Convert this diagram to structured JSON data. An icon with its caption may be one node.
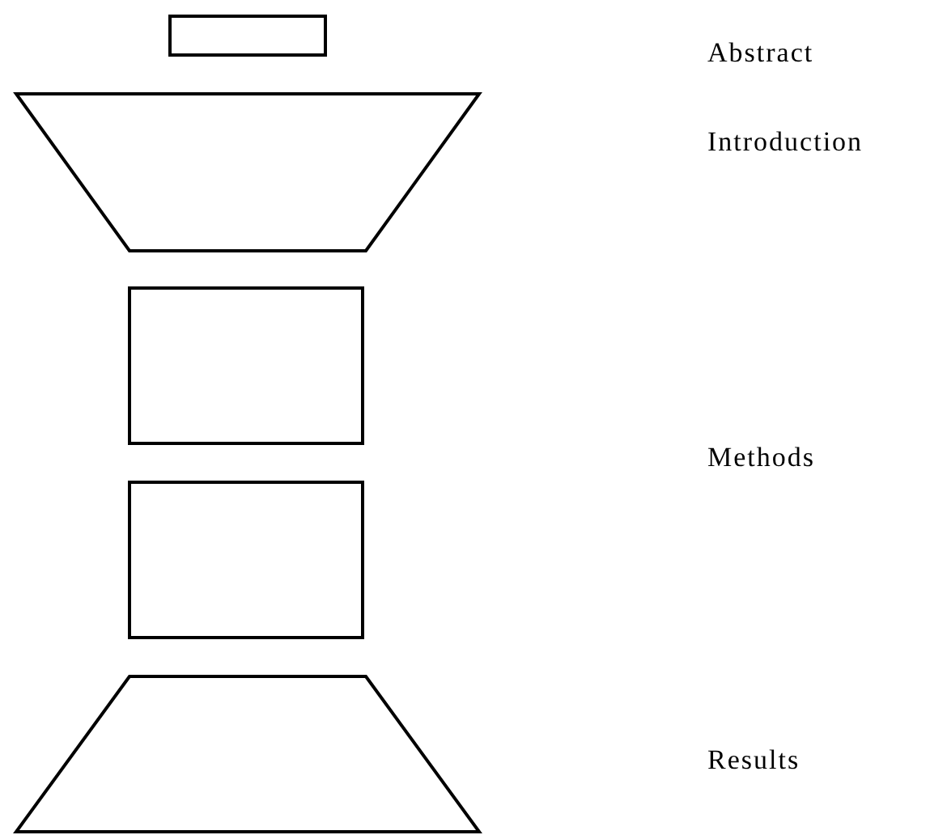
{
  "diagram": {
    "nodes": [
      {
        "text": [],
        "shape": "box"
      },
      {
        "text": [],
        "shape": "trapezoid"
      },
      {
        "text": [],
        "shape": "box"
      },
      {
        "text": [],
        "shape": "box"
      },
      {
        "text": [],
        "shape": "trapezoid"
      }
    ],
    "labels": [
      "Abstract",
      "Introduction",
      "Methods",
      "Results"
    ]
  }
}
